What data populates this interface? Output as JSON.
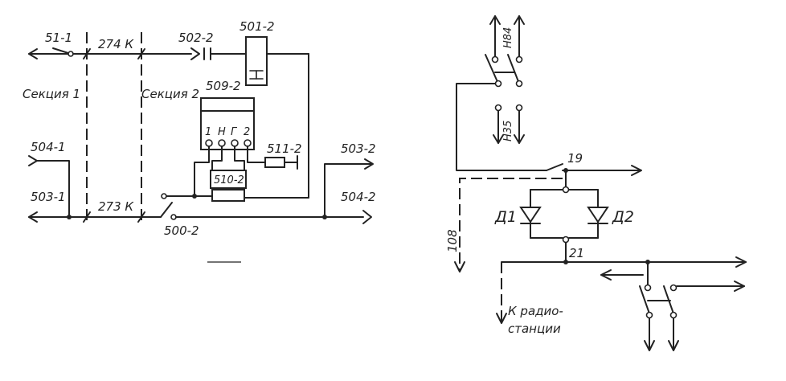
{
  "left": {
    "label_51_1": "51-1",
    "label_274k": "274 К",
    "label_502_2": "502-2",
    "label_501_2": "501-2",
    "label_section1": "Секция 1",
    "label_section2": "Секция 2",
    "label_509_2": "509-2",
    "terminals": [
      "1",
      "Н",
      "Г",
      "2"
    ],
    "label_511_2": "511-2",
    "label_503_2": "503-2",
    "label_504_1": "504-1",
    "label_503_1": "503-1",
    "label_273k": "273 К",
    "label_510_2": "510-2",
    "label_504_2": "504-2",
    "label_500_2": "500-2"
  },
  "right": {
    "label_n84": "Н84",
    "label_n35": "Н35",
    "label_19": "19",
    "label_108": "108",
    "label_d1": "Д1",
    "label_d2": "Д2",
    "label_21": "21",
    "label_radio_1": "К радио-",
    "label_radio_2": "станции"
  }
}
